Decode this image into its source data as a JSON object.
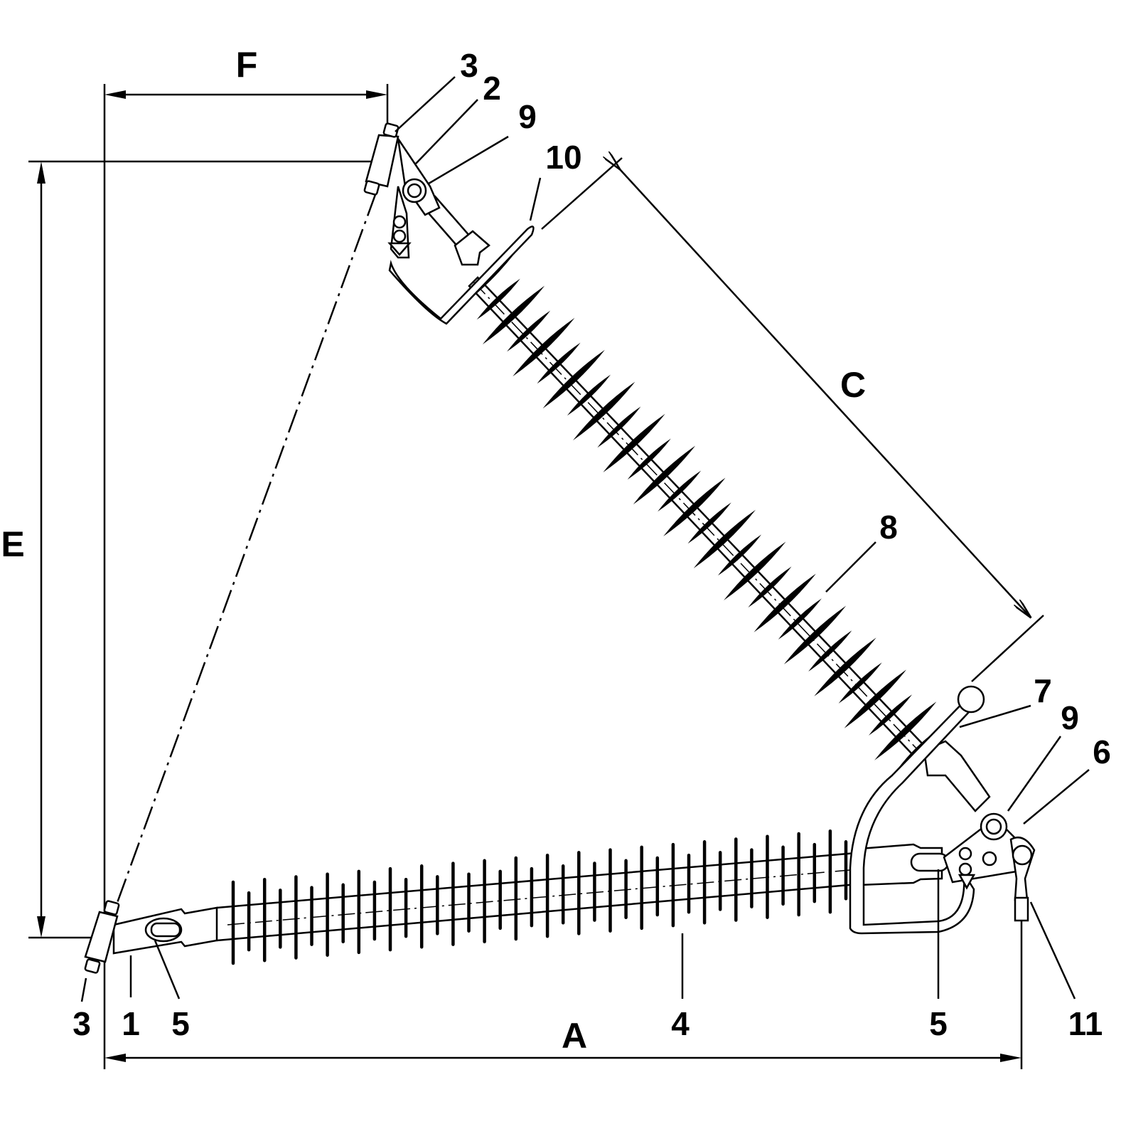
{
  "dimensions": {
    "A": "A",
    "C": "C",
    "E": "E",
    "F": "F"
  },
  "parts": {
    "p1": "1",
    "p2": "2",
    "p3": "3",
    "p4": "4",
    "p5": "5",
    "p6": "6",
    "p7": "7",
    "p8": "8",
    "p9": "9",
    "p10": "10",
    "p11": "11"
  },
  "colors": {
    "ink": "#000000",
    "paper": "#ffffff"
  }
}
